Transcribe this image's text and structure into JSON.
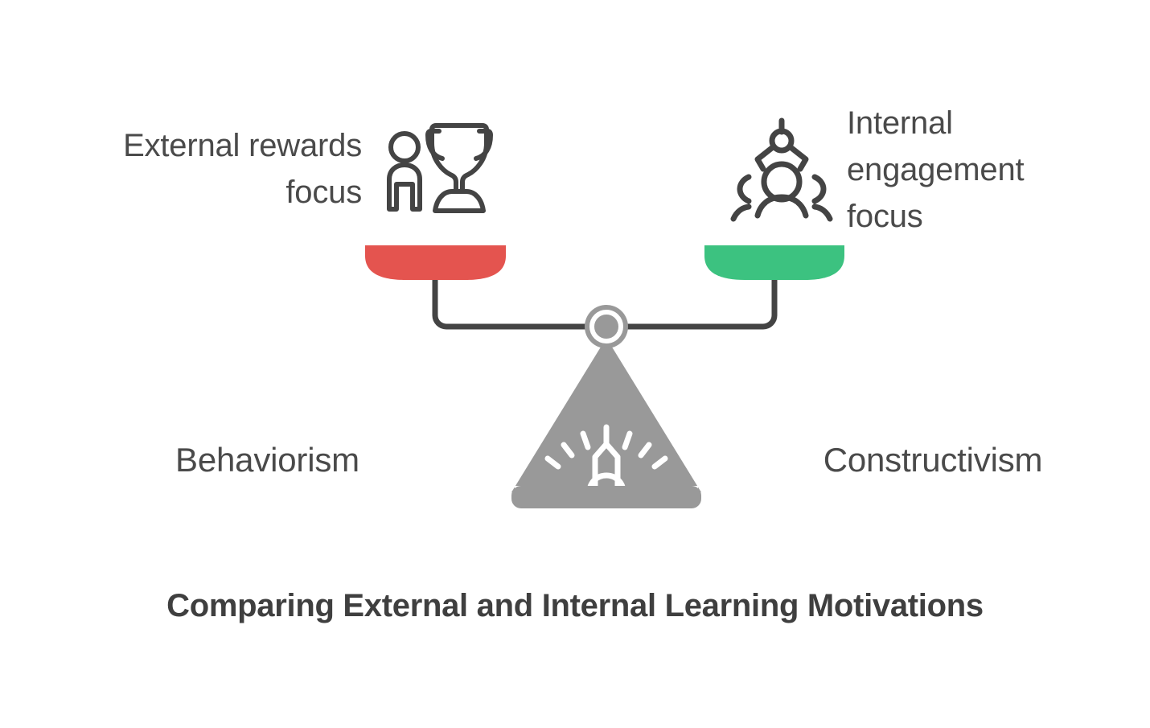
{
  "diagram": {
    "type": "balance-scale-comparison",
    "caption": "Comparing External and Internal Learning Motivations",
    "background_color": "#FFFFFF",
    "text_color": "#4A4A4A",
    "stroke_color": "#444444",
    "fulcrum_color": "#999999"
  },
  "left": {
    "top_label": "External rewards\nfocus",
    "top_label_line1": "External rewards",
    "top_label_line2": "focus",
    "bottom_label": "Behaviorism",
    "pan_color": "#E4544F",
    "icon": "person-with-trophy-icon"
  },
  "right": {
    "top_label": "Internal\nengagement\nfocus",
    "top_label_line1": "Internal",
    "top_label_line2": "engagement",
    "top_label_line3": "focus",
    "bottom_label": "Constructivism",
    "pan_color": "#3CC280",
    "icon": "team-collaboration-icon"
  },
  "center": {
    "pivot_color": "#999999",
    "base_color": "#999999",
    "symbol": "lightbulb-idea-icon"
  }
}
